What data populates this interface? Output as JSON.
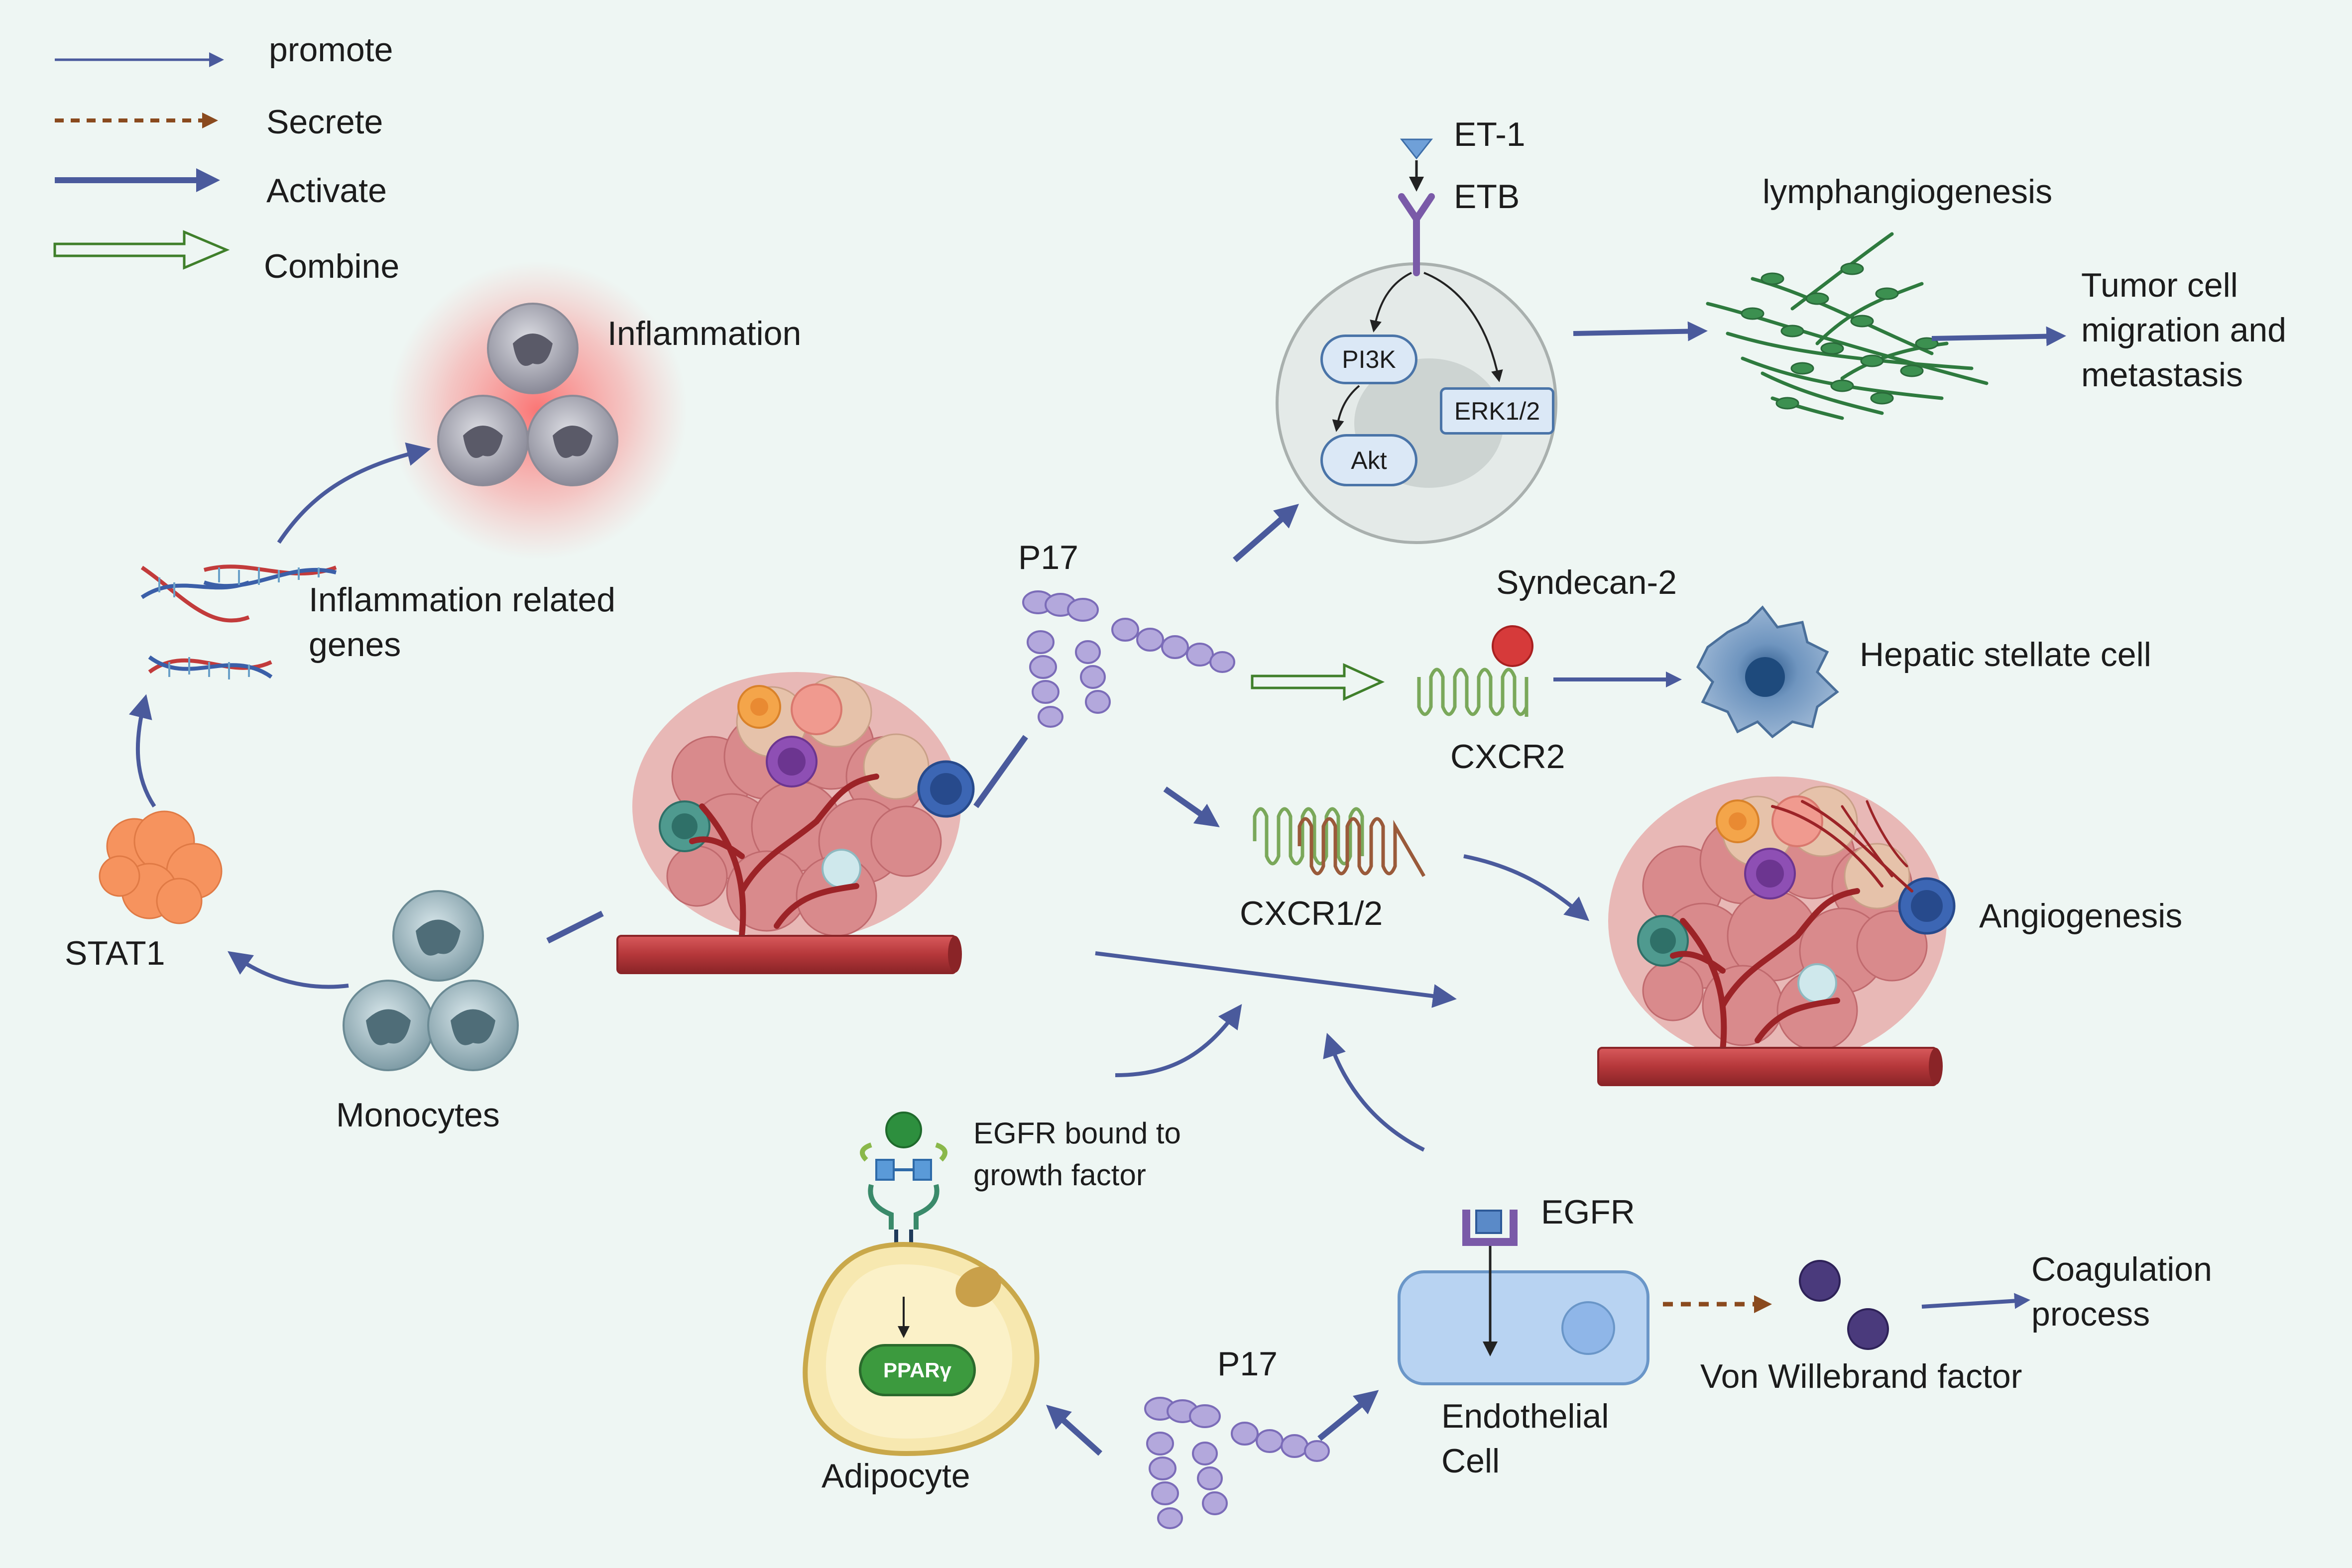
{
  "legend": {
    "promote": "promote",
    "secrete": "Secrete",
    "activate": "Activate",
    "combine": "Combine"
  },
  "labels": {
    "inflammation": "Inflammation",
    "inflammation_genes": "Inflammation related\ngenes",
    "stat1": "STAT1",
    "monocytes": "Monocytes",
    "p17_top": "P17",
    "et1": "ET-1",
    "etb": "ETB",
    "pi3k": "PI3K",
    "akt": "Akt",
    "erk": "ERK1/2",
    "lymph": "lymphangiogenesis",
    "tumor_migration": "Tumor cell\nmigration and\nmetastasis",
    "syndecan": "Syndecan-2",
    "hsc": "Hepatic stellate cell",
    "cxcr2": "CXCR2",
    "cxcr12": "CXCR1/2",
    "angiogenesis": "Angiogenesis",
    "egfr_bound": "EGFR bound to\ngrowth factor",
    "ppar": "PPARγ",
    "adipocyte": "Adipocyte",
    "p17_bottom": "P17",
    "egfr": "EGFR",
    "endothelial": "Endothelial\nCell",
    "vwf": "Von Willebrand factor",
    "coagulation": "Coagulation\nprocess"
  },
  "colors": {
    "background": "#eef6f3",
    "arrow_blue": "#4a5a9c",
    "secrete_brown": "#8a4a1e",
    "combine_green": "#3f7f2a",
    "vessel_red": "#b5373a",
    "protein_purple": "#8a7cc0"
  }
}
